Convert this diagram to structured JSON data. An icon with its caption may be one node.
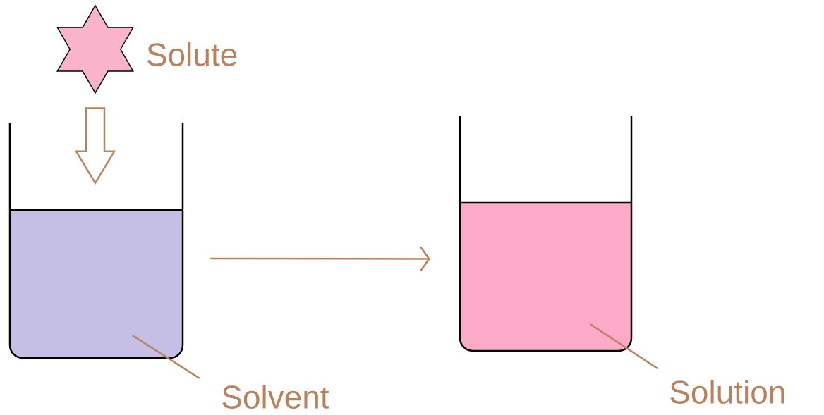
{
  "diagram": {
    "nodes": [
      {
        "text": [],
        "shape": "star",
        "beside": [
          "Solute"
        ]
      },
      {
        "text": [],
        "shape": "box"
      },
      {
        "text": [],
        "shape": "box"
      },
      {
        "text": [
          "Solvent"
        ]
      },
      {
        "text": [
          "Solution"
        ]
      }
    ],
    "edges": [
      {
        "from": 0,
        "to": 1,
        "arrow": "to",
        "style": "thick"
      },
      {
        "from": 1,
        "to": 2,
        "arrow": "to"
      },
      {
        "from": 3,
        "to": 1,
        "arrow": "none"
      },
      {
        "from": 4,
        "to": 2,
        "arrow": "none"
      }
    ]
  }
}
